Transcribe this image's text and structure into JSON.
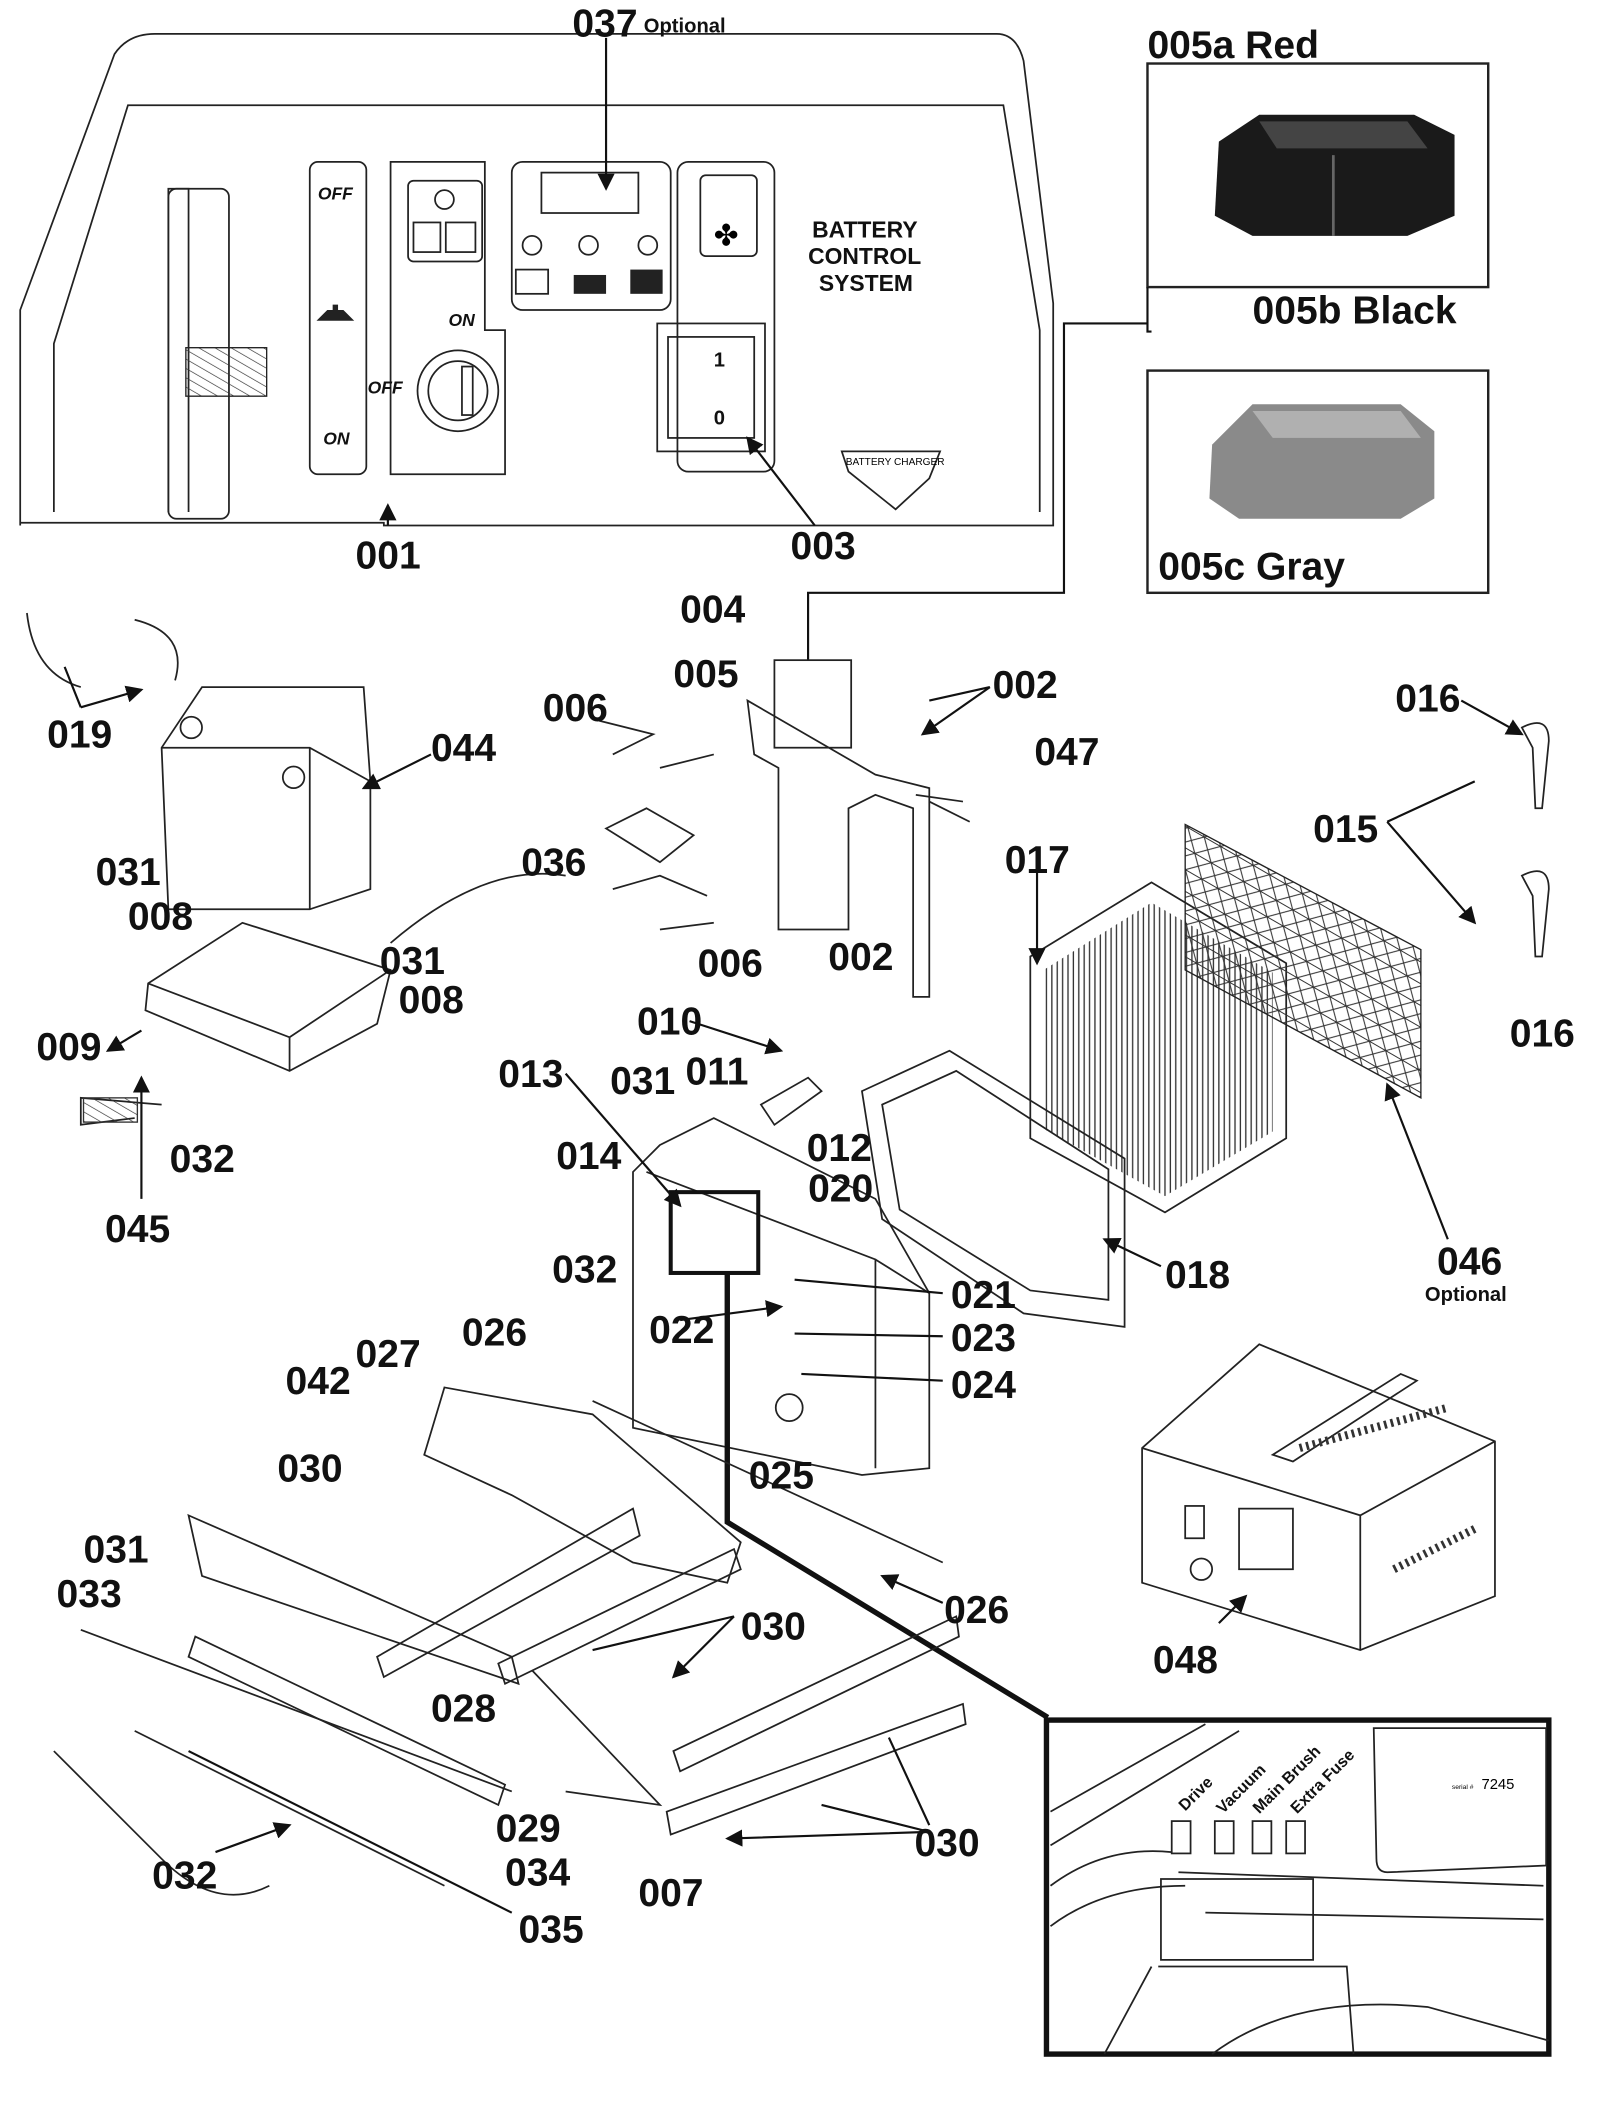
{
  "callouts": [
    "037",
    "001",
    "003",
    "004",
    "005",
    "002",
    "047",
    "006",
    "036",
    "006",
    "002",
    "019",
    "044",
    "031",
    "008",
    "031",
    "008",
    "009",
    "032",
    "045",
    "016",
    "015",
    "016",
    "017",
    "046",
    "018",
    "010",
    "011",
    "031",
    "013",
    "012",
    "020",
    "014",
    "032",
    "021",
    "022",
    "023",
    "024",
    "025",
    "026",
    "027",
    "042",
    "030",
    "031",
    "033",
    "030",
    "026",
    "048",
    "028",
    "029",
    "034",
    "032",
    "035",
    "007",
    "030"
  ],
  "optional_notes": {
    "n037": "Optional",
    "n046": "Optional"
  },
  "connectors": {
    "red": "005a Red",
    "black": "005b Black",
    "gray": "005c Gray"
  },
  "panel": {
    "off_top": "OFF",
    "on_bottom": "ON",
    "key_on": "ON",
    "key_off": "OFF",
    "title_lines": [
      "BATTERY",
      "CONTROL",
      "SYSTEM"
    ],
    "switch_1": "1",
    "switch_0": "0",
    "charger": "BATTERY CHARGER"
  },
  "inset": {
    "fuses": [
      "Drive",
      "Vacuum",
      "Main Brush",
      "Extra Fuse"
    ],
    "serial_label": "serial #",
    "serial": "7245"
  },
  "colors": {
    "connector_red_black": "#1a1a1a",
    "connector_gray": "#8a8a8a",
    "line": "#222222"
  }
}
